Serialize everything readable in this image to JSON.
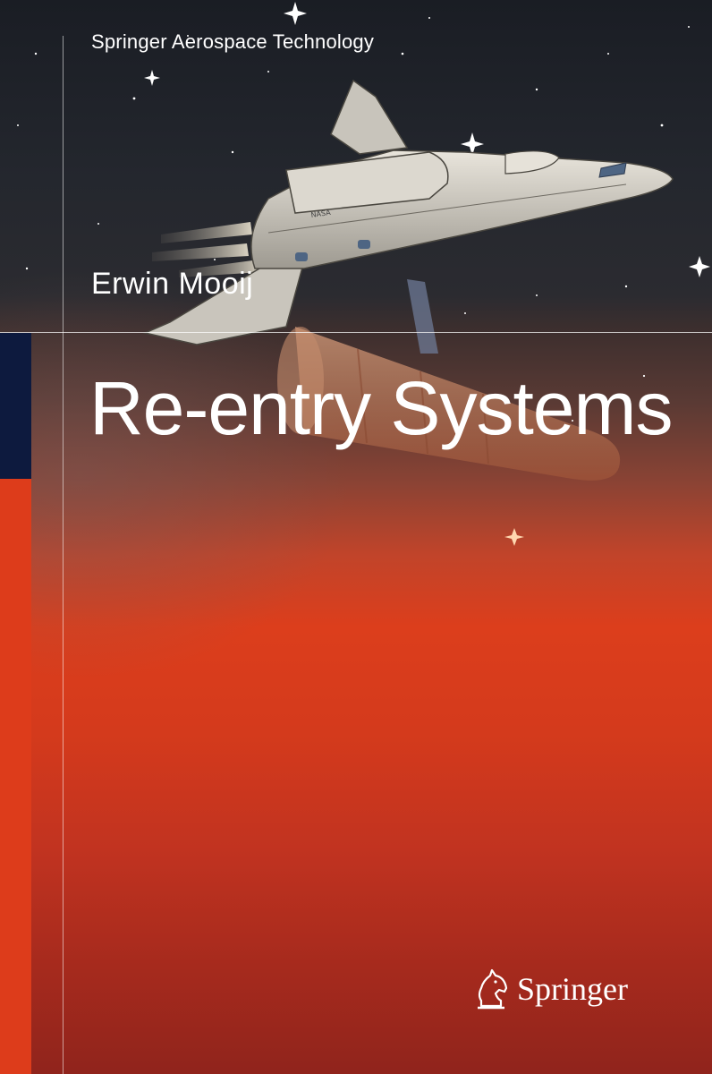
{
  "cover": {
    "series": "Springer Aerospace Technology",
    "author": "Erwin Mooij",
    "title": "Re-entry Systems",
    "publisher": "Springer",
    "vehicle_marking": "NASA"
  },
  "colors": {
    "navy_band": "#0d1a3e",
    "orange_band": "#dd3c1b",
    "space_dark": "#1a1d24",
    "red_orange": "#dc3e1c",
    "text": "#ffffff"
  }
}
